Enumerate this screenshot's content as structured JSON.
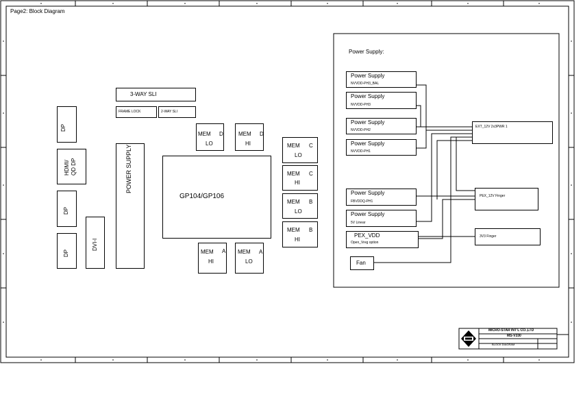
{
  "page": {
    "title": "Page2: Block Diagram"
  },
  "connectors": {
    "dp_1": "DP",
    "hdmi_qddp": "HDMI/\nQD DP",
    "dp_2": "DP",
    "dp_3": "DP",
    "dvi": "DVI-I"
  },
  "sli": {
    "three_way": "3-WAY SLI",
    "frame_lock": "FRAME LOCK",
    "two_way": "2-WAY SLI"
  },
  "power_supply_main": "POWER SUPPLY",
  "gpu": "GP104/GP106",
  "memory": {
    "d_lo": {
      "mem": "MEM",
      "ch": "D",
      "pos": "LO"
    },
    "d_hi": {
      "mem": "MEM",
      "ch": "D",
      "pos": "HI"
    },
    "c_lo": {
      "mem": "MEM",
      "ch": "C",
      "pos": "LO"
    },
    "c_hi": {
      "mem": "MEM",
      "ch": "C",
      "pos": "HI"
    },
    "b_lo": {
      "mem": "MEM",
      "ch": "B",
      "pos": "LO"
    },
    "b_hi": {
      "mem": "MEM",
      "ch": "B",
      "pos": "HI"
    },
    "a_hi": {
      "mem": "MEM",
      "ch": "A",
      "pos": "HI"
    },
    "a_lo": {
      "mem": "MEM",
      "ch": "A",
      "pos": "LO"
    }
  },
  "power_panel": {
    "title": "Power Supply:",
    "supplies": [
      {
        "label": "Power Supply",
        "rail": "NVVDD-PH3_BAL"
      },
      {
        "label": "Power Supply",
        "rail": "NVVDD-PH3"
      },
      {
        "label": "Power Supply",
        "rail": "NVVDD-PH2"
      },
      {
        "label": "Power Supply",
        "rail": "NVVDD-PH1"
      },
      {
        "label": "Power Supply",
        "rail": "FBVDDQ-PH1"
      },
      {
        "label": "Power Supply",
        "rail": "5V Linear"
      }
    ],
    "pex_vdd": {
      "label": "PEX_VDD",
      "sub": "Open_Vreg option"
    },
    "fan": "Fan",
    "ext_12v": "EXT_12V 2x3PWR 1",
    "pex_12v": "PEX_12V Finger",
    "finger_3v3": "3V3 Finger"
  },
  "title_block": {
    "company": "MICRO-STAR INT'L CO.,LTD",
    "model": "MS-V330",
    "sheet_title": "BLOCK DIAGRAM"
  }
}
